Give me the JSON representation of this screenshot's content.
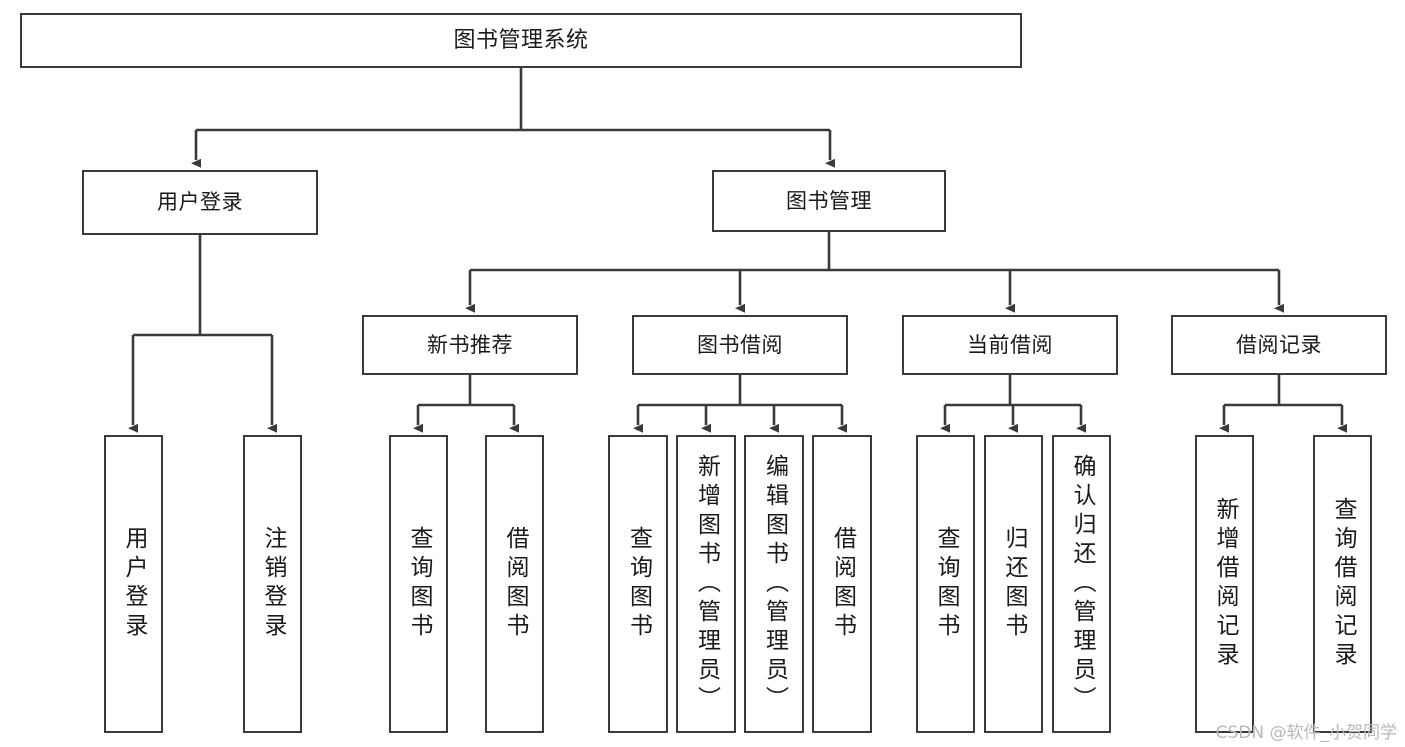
{
  "diagram": {
    "title": "图书管理系统",
    "root": {
      "id": "root",
      "label": "图书管理系统"
    },
    "tier1": [
      {
        "id": "user-login",
        "label": "用户登录"
      },
      {
        "id": "book-manage",
        "label": "图书管理"
      }
    ],
    "tier2": [
      {
        "id": "new-book-recommend",
        "label": "新书推荐"
      },
      {
        "id": "book-borrow",
        "label": "图书借阅"
      },
      {
        "id": "current-borrow",
        "label": "当前借阅"
      },
      {
        "id": "borrow-record",
        "label": "借阅记录"
      }
    ],
    "leaves": {
      "user_login": [
        {
          "id": "leaf-user-login",
          "label": "用户登录"
        },
        {
          "id": "leaf-logout-login",
          "label": "注销登录"
        }
      ],
      "new_book_recommend": [
        {
          "id": "leaf-query-book-1",
          "label": "查询图书"
        },
        {
          "id": "leaf-borrow-book-1",
          "label": "借阅图书"
        }
      ],
      "book_borrow": [
        {
          "id": "leaf-query-book-2",
          "label": "查询图书"
        },
        {
          "id": "leaf-add-book",
          "label": "新增图书（管理员）"
        },
        {
          "id": "leaf-edit-book",
          "label": "编辑图书（管理员）"
        },
        {
          "id": "leaf-borrow-book-2",
          "label": "借阅图书"
        }
      ],
      "current_borrow": [
        {
          "id": "leaf-query-book-3",
          "label": "查询图书"
        },
        {
          "id": "leaf-return-book",
          "label": "归还图书"
        },
        {
          "id": "leaf-confirm-return",
          "label": "确认归还（管理员）"
        }
      ],
      "borrow_record": [
        {
          "id": "leaf-add-record",
          "label": "新增借阅记录"
        },
        {
          "id": "leaf-query-record",
          "label": "查询借阅记录"
        }
      ]
    },
    "watermark": "CSDN @软件_小贺同学",
    "colors": {
      "stroke": "#3a3a3a",
      "fill": "#ffffff",
      "text": "#1a1a1a",
      "watermark": "#b9b9b9"
    }
  }
}
